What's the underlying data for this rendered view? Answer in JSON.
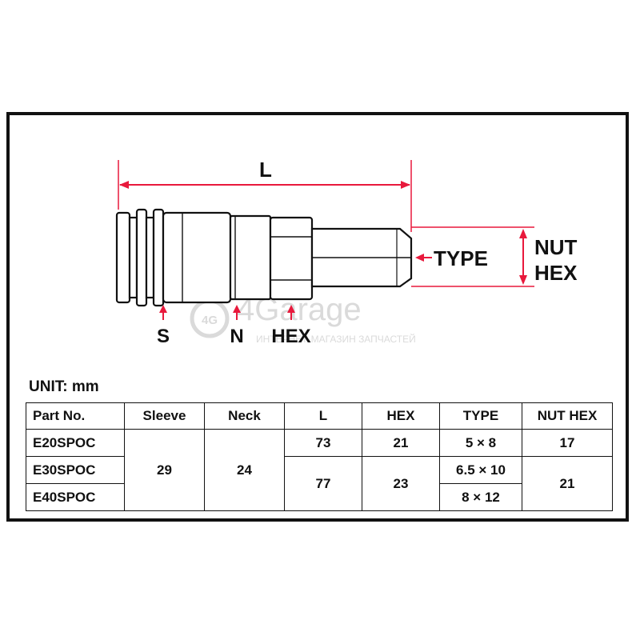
{
  "diagram": {
    "labels": {
      "length": "L",
      "type": "TYPE",
      "nut_hex_line1": "NUT",
      "nut_hex_line2": "HEX",
      "sleeve": "S",
      "neck": "N",
      "hex": "HEX"
    },
    "watermark": {
      "logo": "4G",
      "brand": "4Garage",
      "tagline": "ИНТЕРНЕТ-МАГАЗИН ЗАПЧАСТЕЙ"
    },
    "colors": {
      "dimension": "#e8193c",
      "outline": "#111111"
    }
  },
  "unit_label": "UNIT: mm",
  "table": {
    "headers": [
      "Part No.",
      "Sleeve",
      "Neck",
      "L",
      "HEX",
      "TYPE",
      "NUT HEX"
    ],
    "parts": [
      "E20SPOC",
      "E30SPOC",
      "E40SPOC"
    ],
    "sleeve": "29",
    "neck": "24",
    "L": [
      "73",
      "77"
    ],
    "HEX": [
      "21",
      "23"
    ],
    "TYPE": [
      "5 × 8",
      "6.5 × 10",
      "8 × 12"
    ],
    "NUT_HEX": [
      "17",
      "21"
    ]
  }
}
